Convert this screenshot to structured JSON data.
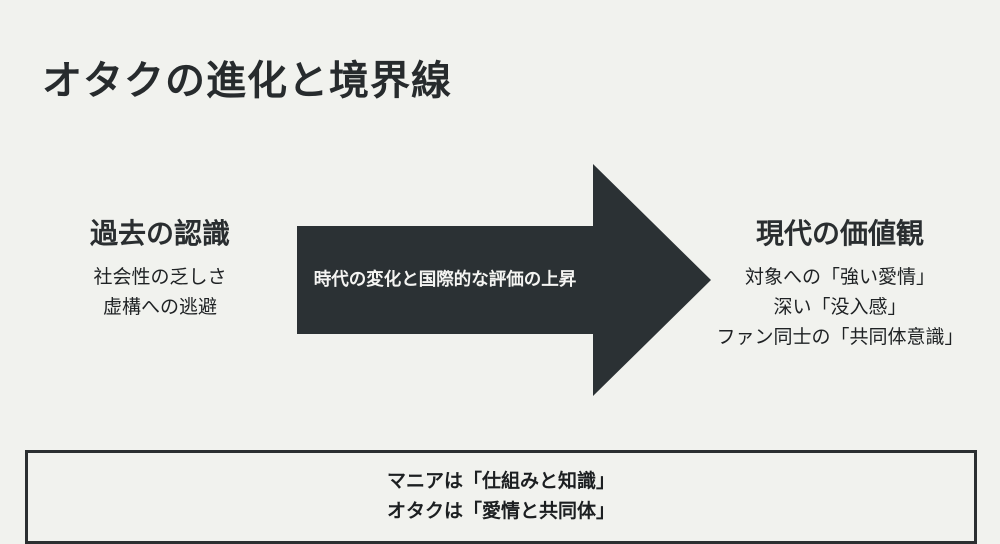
{
  "title": "オタクの進化と境界線",
  "left": {
    "heading": "過去の認識",
    "lines": [
      "社会性の乏しさ",
      "虚構への逃避"
    ]
  },
  "arrow": {
    "label": "時代の変化と国際的な評価の上昇",
    "color": "#2b3134",
    "text_color": "#f4f4f2"
  },
  "right": {
    "heading": "現代の価値観",
    "lines": [
      "対象への「強い愛情」",
      "深い「没入感」",
      "ファン同士の「共同体意識」"
    ]
  },
  "summary": {
    "lines": [
      "マニアは「仕組みと知識」",
      "オタクは「愛情と共同体」"
    ]
  },
  "colors": {
    "background": "#f1f2ee",
    "text": "#24282a",
    "border": "#2b2f31"
  }
}
